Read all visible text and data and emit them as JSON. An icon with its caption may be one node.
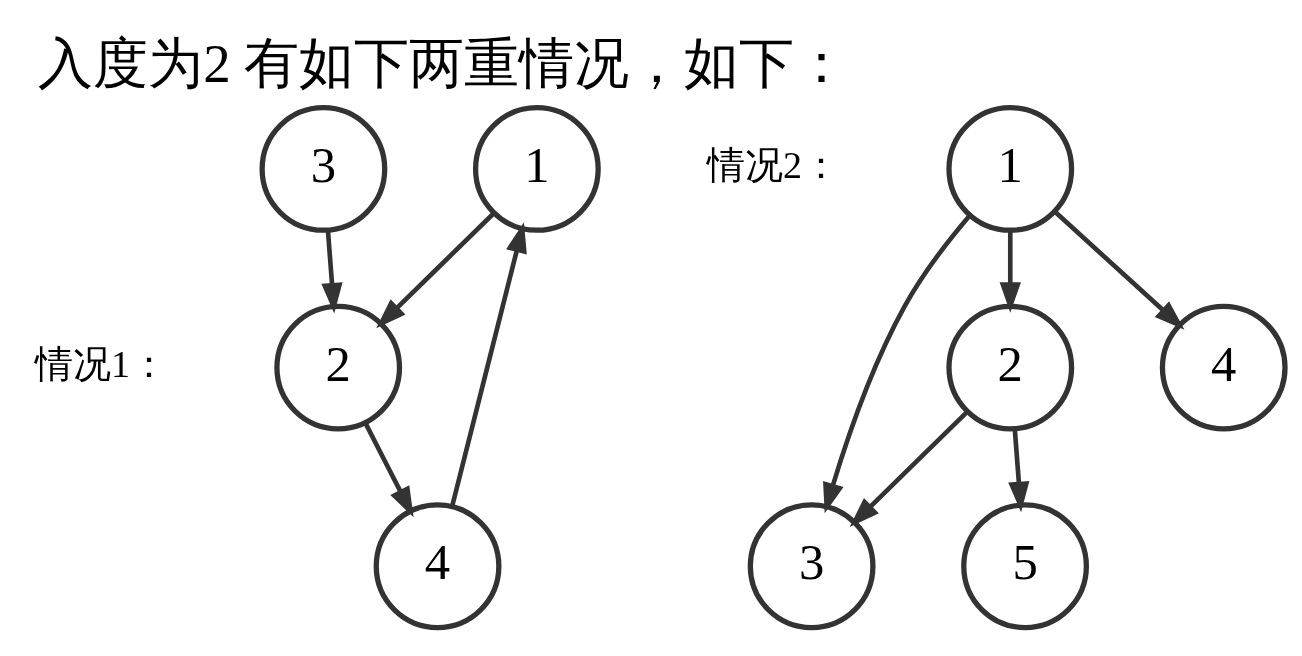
{
  "diagram": {
    "title": "入度为2 有如下两重情况，如下：",
    "nodes": [
      {
        "text": [
          "1"
        ]
      },
      {
        "text": [
          "2"
        ]
      },
      {
        "text": [
          "4"
        ]
      },
      {
        "text": [
          "3"
        ]
      },
      {
        "text": [
          "1"
        ]
      },
      {
        "text": [
          "2"
        ]
      },
      {
        "text": [
          "3"
        ]
      },
      {
        "text": [
          "4"
        ]
      },
      {
        "text": [
          "5"
        ]
      }
    ],
    "edges": [
      {
        "from": 0,
        "to": 1,
        "arrow": "to"
      },
      {
        "from": 2,
        "to": 0,
        "arrow": "to"
      },
      {
        "from": 1,
        "to": 2,
        "arrow": "to"
      },
      {
        "from": 3,
        "to": 1,
        "arrow": "to"
      },
      {
        "from": 4,
        "to": 5,
        "arrow": "to"
      },
      {
        "from": 4,
        "to": 6,
        "arrow": "to"
      },
      {
        "from": 4,
        "to": 7,
        "arrow": "to"
      },
      {
        "from": 5,
        "to": 6,
        "arrow": "to"
      },
      {
        "from": 5,
        "to": 8,
        "arrow": "to"
      }
    ],
    "labels": [
      "情况1：",
      "情况2："
    ]
  }
}
